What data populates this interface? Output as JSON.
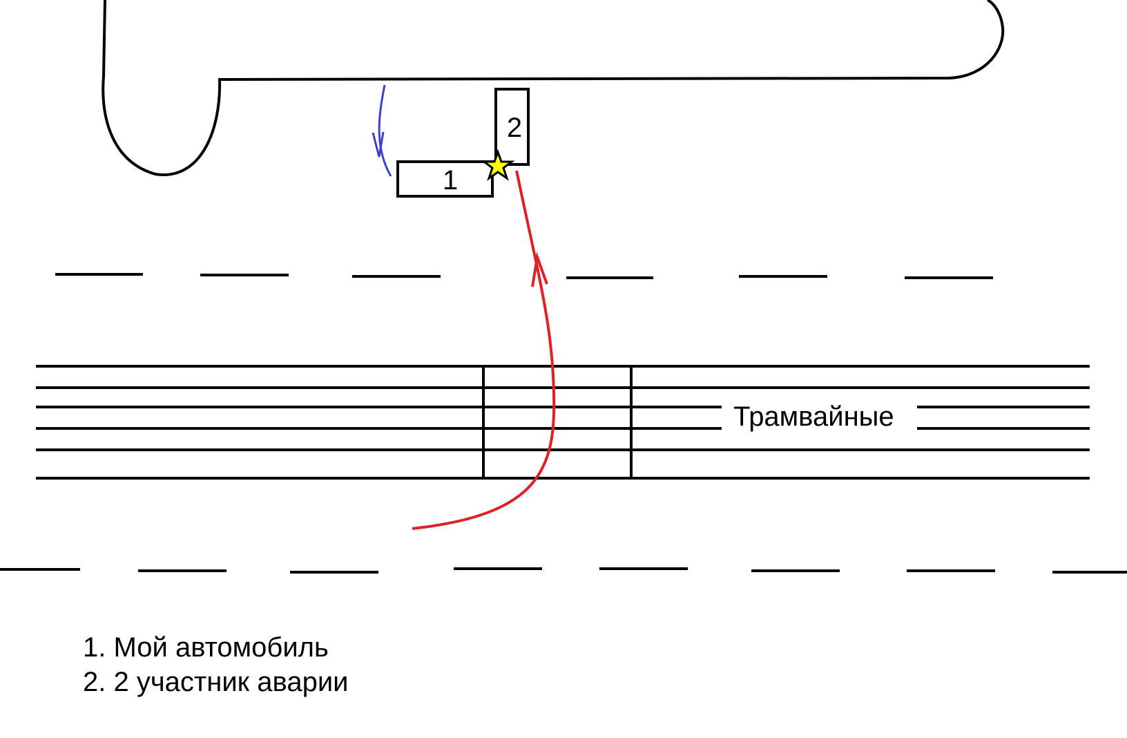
{
  "vehicles": {
    "car1_label": "1",
    "car2_label": "2"
  },
  "tram_label": "Трамвайные",
  "legend": [
    {
      "text": "1. Мой автомобиль"
    },
    {
      "text": "2. 2 участник аварии"
    }
  ],
  "colors": {
    "outline": "#000000",
    "car1_path": "#3b3fd6",
    "car2_path": "#e01f26",
    "impact_star": "#ffff00"
  },
  "icons": {
    "impact": "star-icon"
  }
}
